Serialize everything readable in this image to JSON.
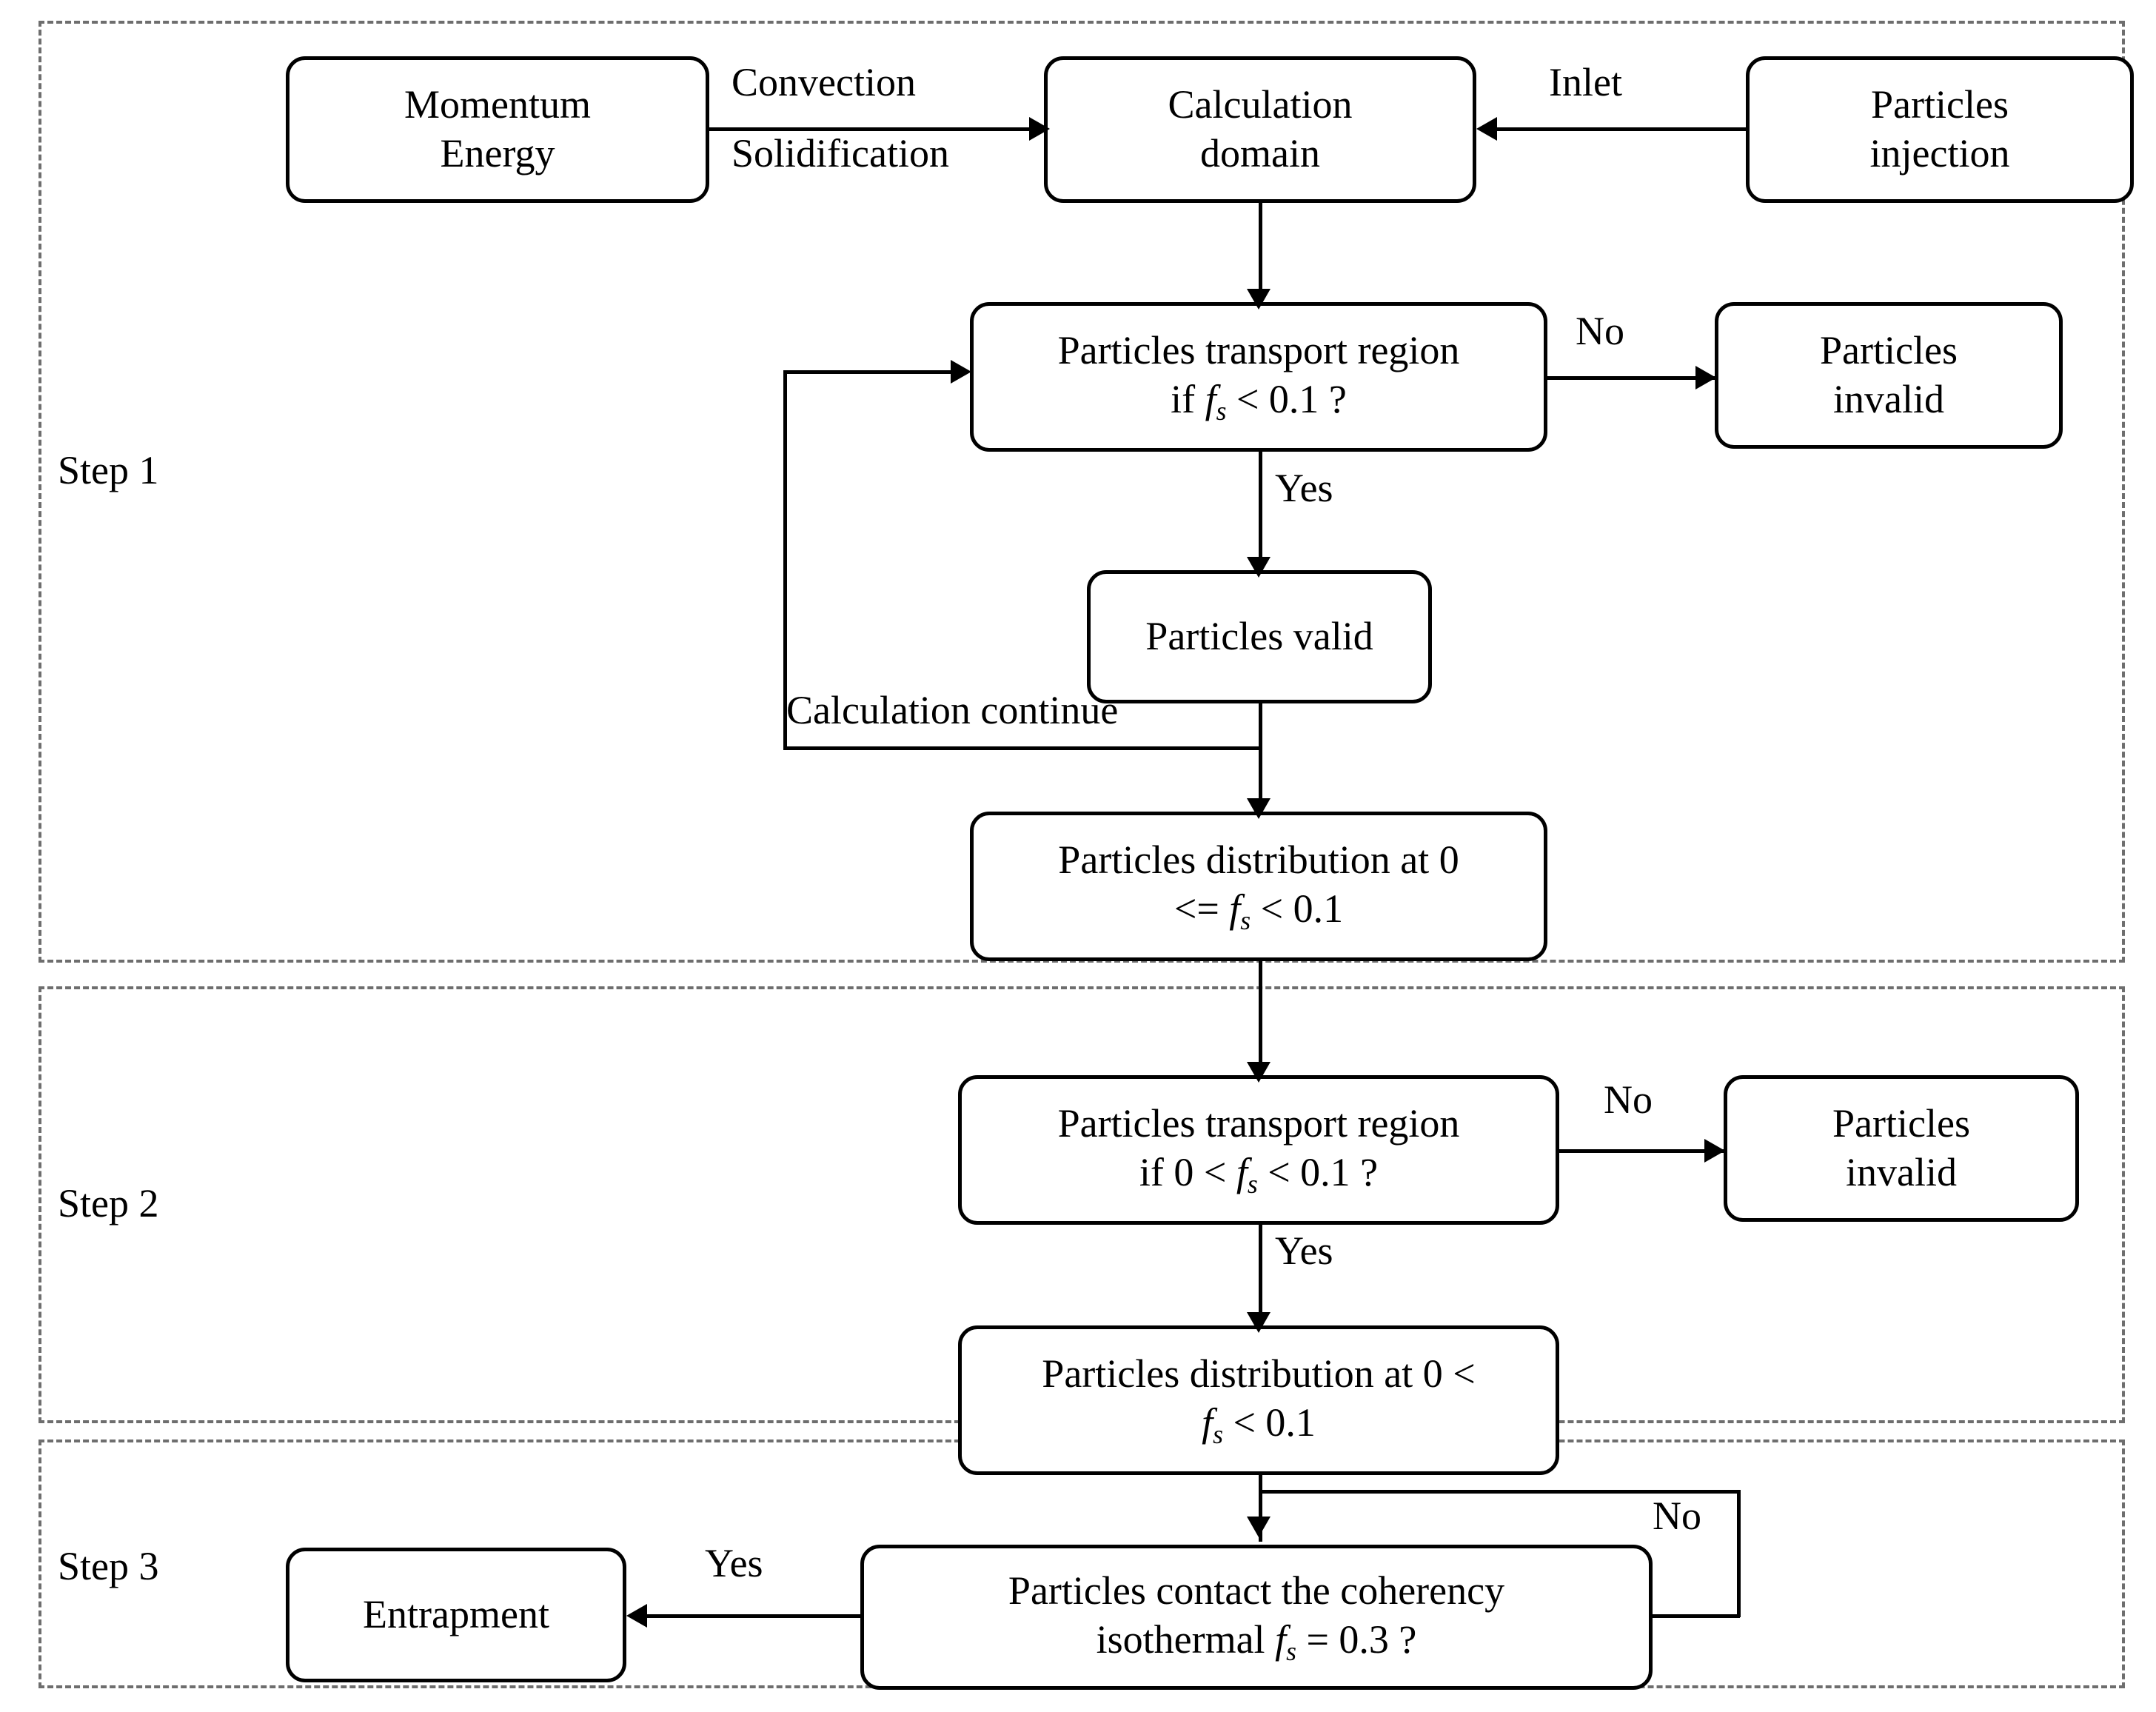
{
  "diagram": {
    "title": "Particle entrapment calculation flowchart",
    "stroke_color": "#000000",
    "container_color": "#6e6e6e",
    "background": "#ffffff"
  },
  "steps": [
    {
      "id": "step1",
      "label": "Step 1"
    },
    {
      "id": "step2",
      "label": "Step 2"
    },
    {
      "id": "step3",
      "label": "Step 3"
    }
  ],
  "nodes": {
    "momentum_energy": {
      "line1": "Momentum",
      "line2": "Energy"
    },
    "calculation_domain": {
      "line1": "Calculation",
      "line2": "domain"
    },
    "particles_injection": {
      "line1": "Particles",
      "line2": "injection"
    },
    "transport_region_1": {
      "line1": "Particles transport region",
      "line2_pre": "if ",
      "line2_var": "f",
      "line2_sub": "s",
      "line2_post": " < 0.1 ?"
    },
    "particles_invalid_1": {
      "line1": "Particles",
      "line2": "invalid"
    },
    "particles_valid": {
      "line1": "Particles valid",
      "line2": ""
    },
    "distribution_1": {
      "line1": "Particles distribution at 0",
      "line2_pre": "<= ",
      "line2_var": "f",
      "line2_sub": "s",
      "line2_post": " < 0.1"
    },
    "transport_region_2": {
      "line1": "Particles transport region",
      "line2_pre": "if 0 < ",
      "line2_var": "f",
      "line2_sub": "s",
      "line2_post": " < 0.1 ?"
    },
    "particles_invalid_2": {
      "line1": "Particles",
      "line2": "invalid"
    },
    "distribution_2": {
      "line1": "Particles distribution at 0 <",
      "line2_pre": "",
      "line2_var": "f",
      "line2_sub": "s",
      "line2_post": " < 0.1"
    },
    "coherency_check": {
      "line1": "Particles contact the coherency",
      "line2_pre": "isothermal ",
      "line2_var": "f",
      "line2_sub": "s",
      "line2_post": " = 0.3 ?"
    },
    "entrapment": {
      "line1": "Entrapment",
      "line2": ""
    }
  },
  "edge_labels": {
    "convection": "Convection",
    "solidification": "Solidification",
    "inlet": "Inlet",
    "no_1": "No",
    "yes_1": "Yes",
    "calculation_continue": "Calculation continue",
    "no_2": "No",
    "yes_2": "Yes",
    "no_3": "No",
    "yes_3": "Yes"
  }
}
